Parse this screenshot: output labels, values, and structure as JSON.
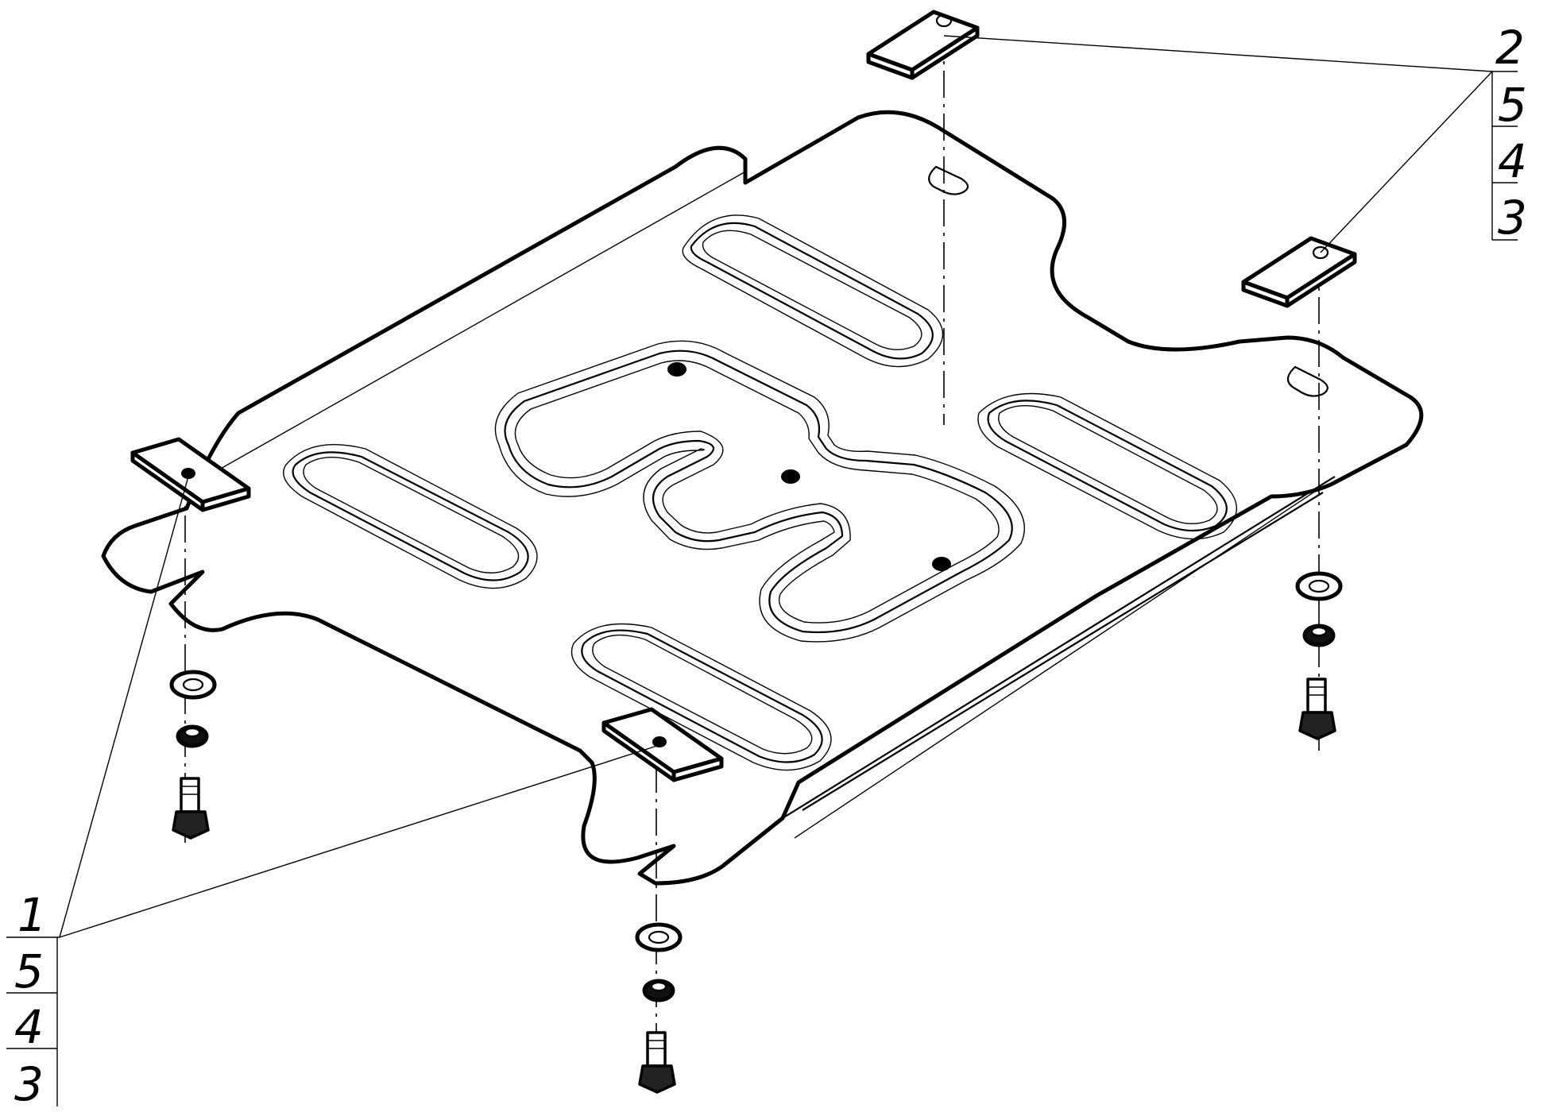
{
  "callouts": {
    "left": [
      "1",
      "5",
      "4",
      "3"
    ],
    "right": [
      "2",
      "5",
      "4",
      "3"
    ]
  }
}
